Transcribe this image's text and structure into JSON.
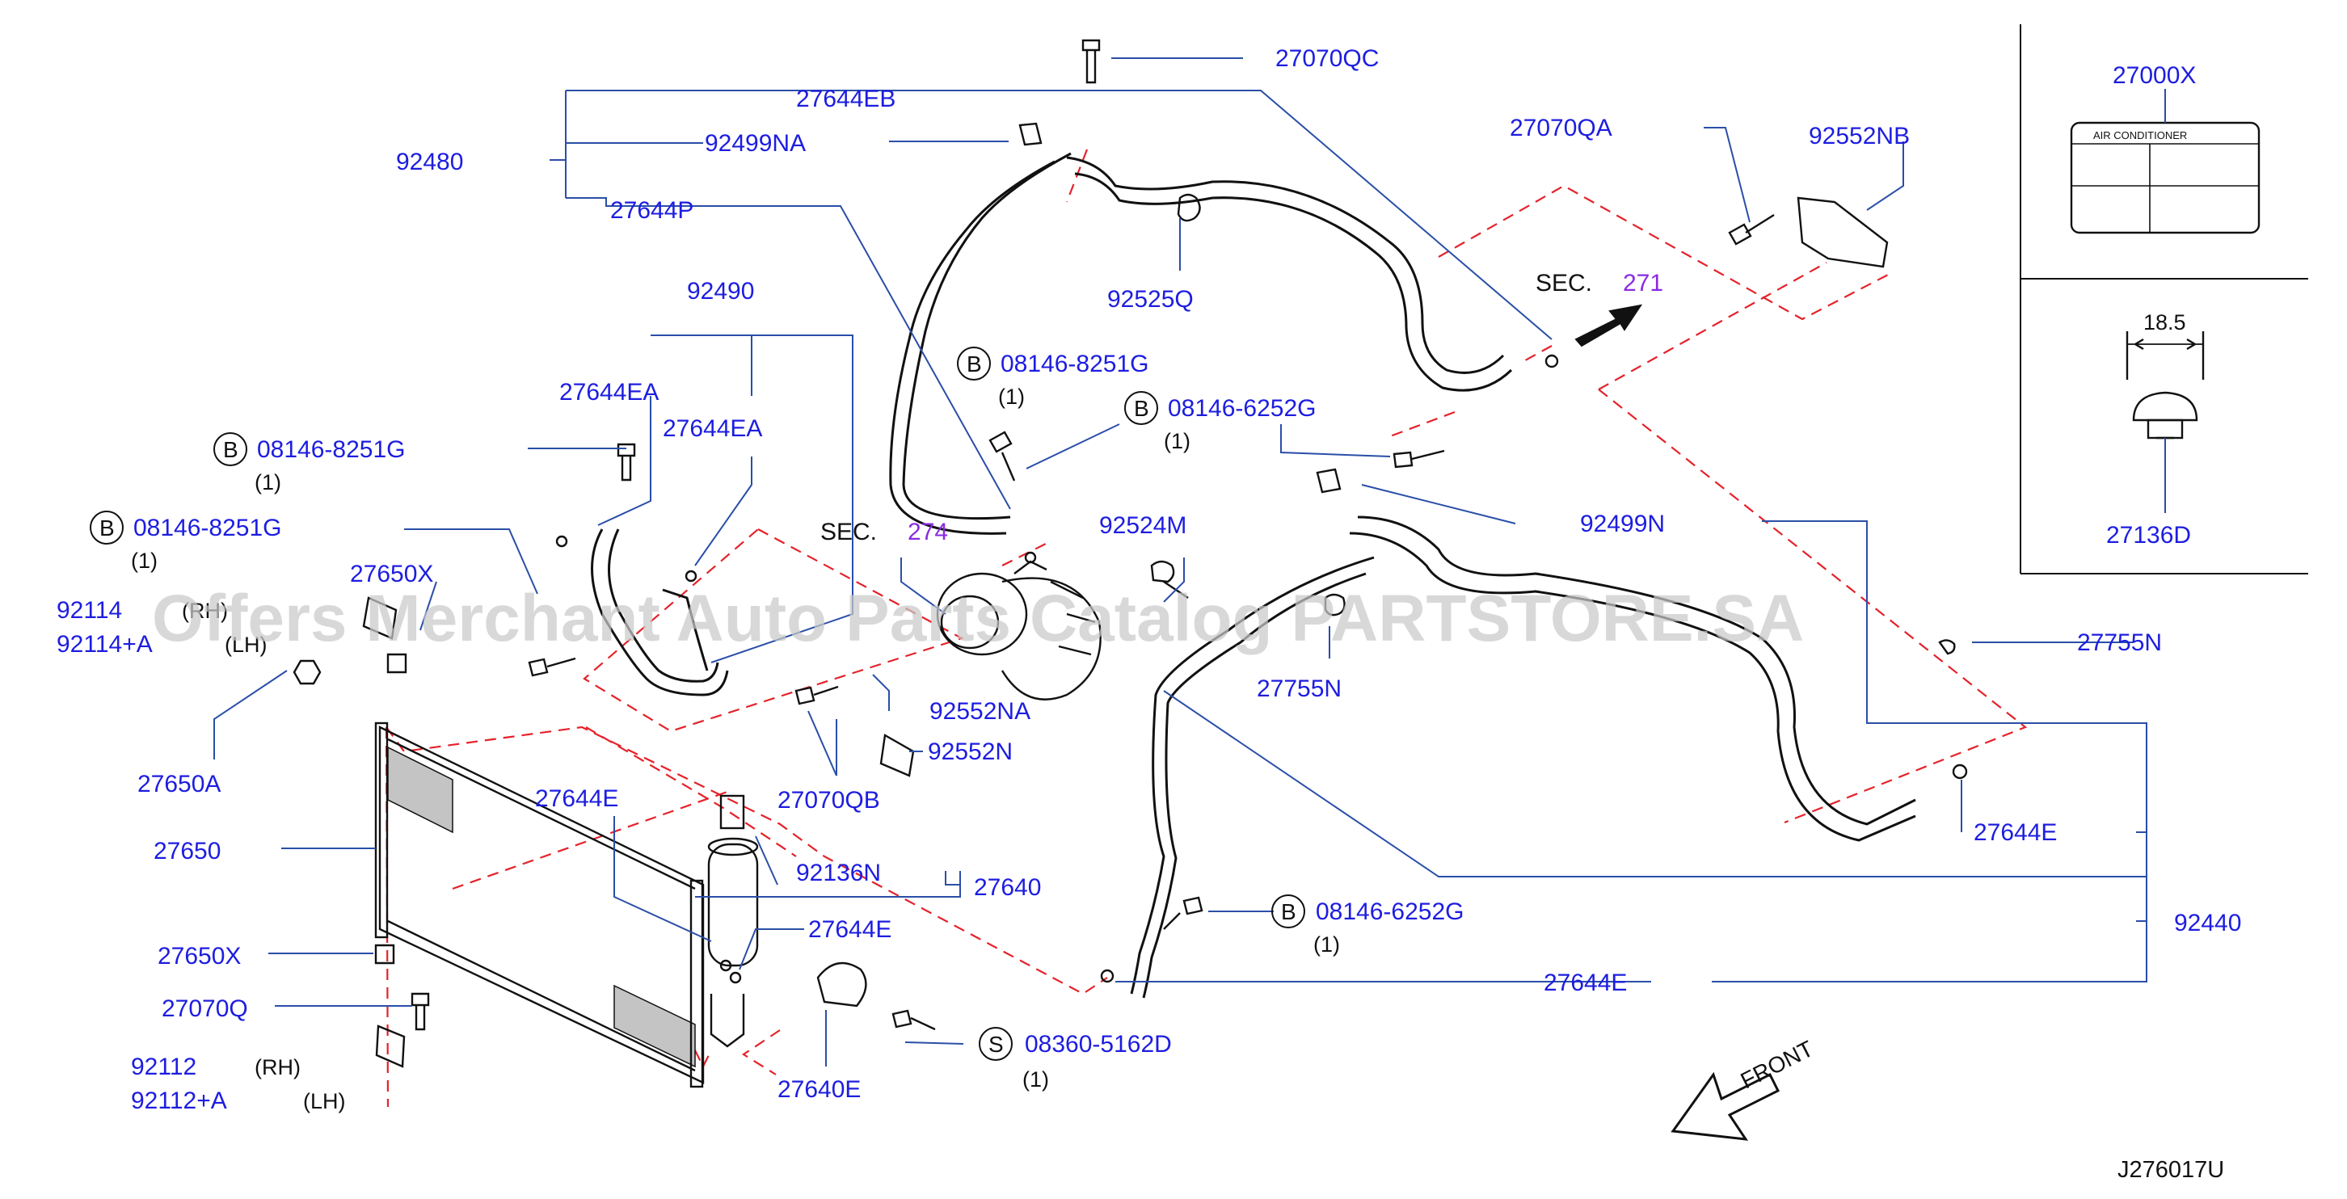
{
  "diagram_code": "J276017U",
  "watermark": "Offers Merchant Auto Parts Catalog PARTSTORE.SA",
  "front_label": "FRONT",
  "sections": [
    {
      "prefix": "SEC.",
      "number": "271"
    },
    {
      "prefix": "SEC.",
      "number": "274"
    }
  ],
  "parts": {
    "p27070QC": "27070QC",
    "p27644EB": "27644EB",
    "p92480": "92480",
    "p92499NA": "92499NA",
    "p27644P": "27644P",
    "p27070QA": "27070QA",
    "p92552NB": "92552NB",
    "p92525Q": "92525Q",
    "p92490": "92490",
    "p27644EA_1": "27644EA",
    "p27644EA_2": "27644EA",
    "p08146_8251G_1": "08146-8251G",
    "p08146_8251G_2": "08146-8251G",
    "p08146_8251G_3": "08146-8251G",
    "p08146_6252G_1": "08146-6252G",
    "p08146_6252G_2": "08146-6252G",
    "p92499N": "92499N",
    "p92524M": "92524M",
    "p27650X_1": "27650X",
    "p92114": "92114",
    "p92114A": "92114+A",
    "p27755N_1": "27755N",
    "p27755N_2": "27755N",
    "p92552NA": "92552NA",
    "p92552N": "92552N",
    "p27650A": "27650A",
    "p27070QB": "27070QB",
    "p27644E_1": "27644E",
    "p27644E_2": "27644E",
    "p27644E_3": "27644E",
    "p27644E_4": "27644E",
    "p27650": "27650",
    "p92136N": "92136N",
    "p27640": "27640",
    "p92440": "92440",
    "p27650X_2": "27650X",
    "p27070Q": "27070Q",
    "p92112": "92112",
    "p92112A": "92112+A",
    "p27640E": "27640E",
    "p08360_5162D": "08360-5162D",
    "p27000X": "27000X",
    "p27136D": "27136D"
  },
  "markers": {
    "B": "B",
    "S": "S"
  },
  "quantity": "(1)",
  "side_rh": "(RH)",
  "side_lh": "(LH)",
  "dimension": "18.5",
  "label_plate": "AIR    CONDITIONER"
}
